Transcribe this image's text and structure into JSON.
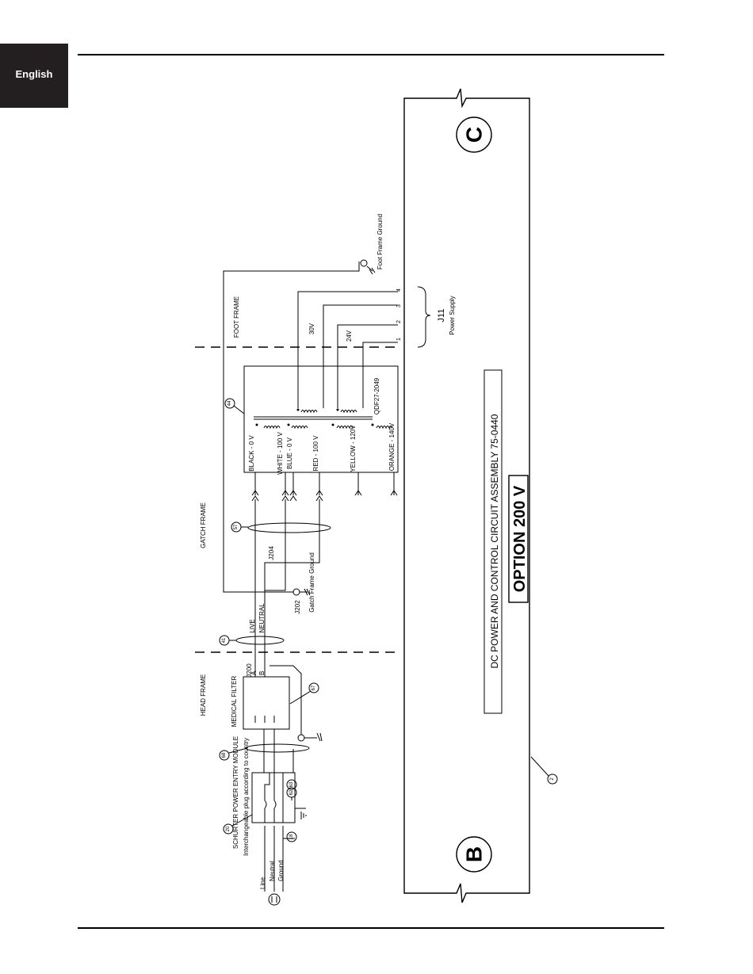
{
  "tab": {
    "label": "English"
  },
  "diagram": {
    "title": "DC POWER AND CONTROL CIRCUIT ASSEMBLY 75-0440",
    "option_label": "OPTION 200 V",
    "connector_left": "B",
    "connector_right": "C",
    "frames": {
      "head": "HEAD FRAME",
      "gatch": "GATCH FRAME",
      "foot": "FOOT FRAME"
    },
    "plug_note": "Interchangeable plug according to country",
    "plug_wires": [
      "Line",
      "Neutral",
      "Ground"
    ],
    "entry_module": "SCHURTER POWER ENTRY MODULE",
    "medical_filter": "MEDICAL FILTER",
    "live": "LIVE",
    "neutral": "NEUTRAL",
    "j200": "J200",
    "j202": "J202",
    "j204": "J204",
    "pin_a": "A",
    "pin_b": "B",
    "gatch_ground": "Gatch Frame Ground",
    "foot_ground": "Foot Frame Ground",
    "transformer_part": "QDF27-2049",
    "taps": [
      "BLACK - 0 V",
      "WHITE - 100 V",
      "BLUE - 0 V",
      "RED - 100 V",
      "YELLOW - 120V",
      "ORANGE - 140V"
    ],
    "v30": "30V",
    "v24": "24V",
    "j11": "J11",
    "j11_desc": "Power Supply",
    "j11_pins": [
      "1",
      "2",
      "3",
      "4"
    ],
    "callouts": [
      "20",
      "18",
      "62",
      "63",
      "68",
      "67",
      "41",
      "57",
      "44",
      "2"
    ]
  }
}
